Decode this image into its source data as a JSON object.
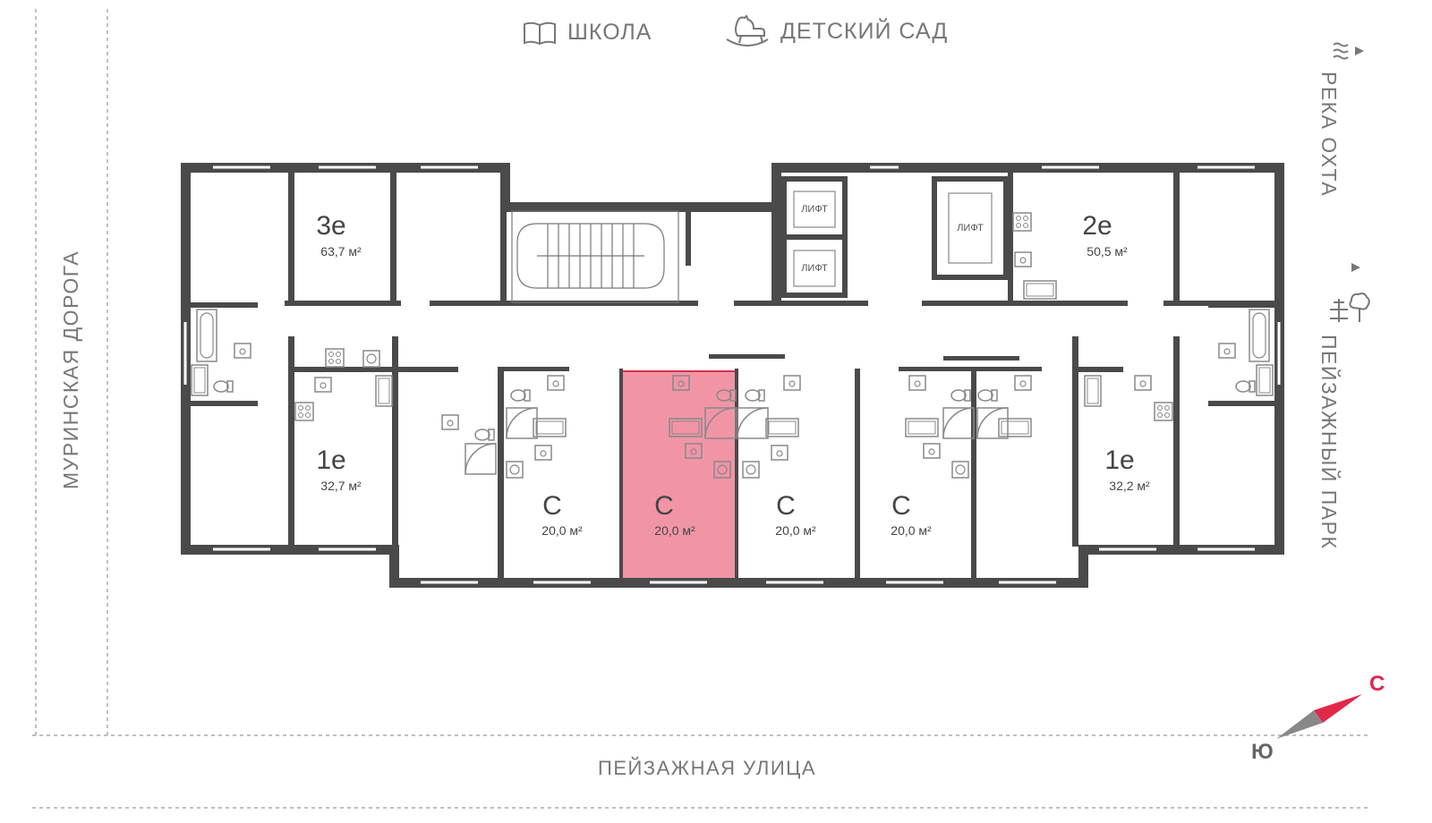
{
  "landmarks": {
    "school": "ШКОЛА",
    "kindergarten": "ДЕТСКИЙ САД",
    "river": "РЕКА ОХТА",
    "park": "ПЕЙЗАЖНЫЙ ПАРК",
    "road_left": "МУРИНСКАЯ ДОРОГА",
    "street_bottom": "ПЕЙЗАЖНАЯ УЛИЦА"
  },
  "compass": {
    "north": "С",
    "south": "Ю",
    "north_color": "#e0284a",
    "south_color": "#888888"
  },
  "lift_label": "ЛИФТ",
  "apartments": [
    {
      "id": "apt-3e",
      "type": "3е",
      "area": "63,7 м²",
      "selected": false
    },
    {
      "id": "apt-2e",
      "type": "2е",
      "area": "50,5 м²",
      "selected": false
    },
    {
      "id": "apt-1e-left",
      "type": "1е",
      "area": "32,7 м²",
      "selected": false
    },
    {
      "id": "apt-c-1",
      "type": "С",
      "area": "20,0 м²",
      "selected": false
    },
    {
      "id": "apt-c-2",
      "type": "С",
      "area": "20,0 м²",
      "selected": true
    },
    {
      "id": "apt-c-3",
      "type": "С",
      "area": "20,0 м²",
      "selected": false
    },
    {
      "id": "apt-c-4",
      "type": "С",
      "area": "20,0 м²",
      "selected": false
    },
    {
      "id": "apt-1e-right",
      "type": "1е",
      "area": "32,2 м²",
      "selected": false
    }
  ],
  "colors": {
    "wall": "#4a4a4a",
    "selected_fill": "#ef8a9c",
    "selected_stroke": "#d9304f",
    "fixture": "#888888"
  }
}
